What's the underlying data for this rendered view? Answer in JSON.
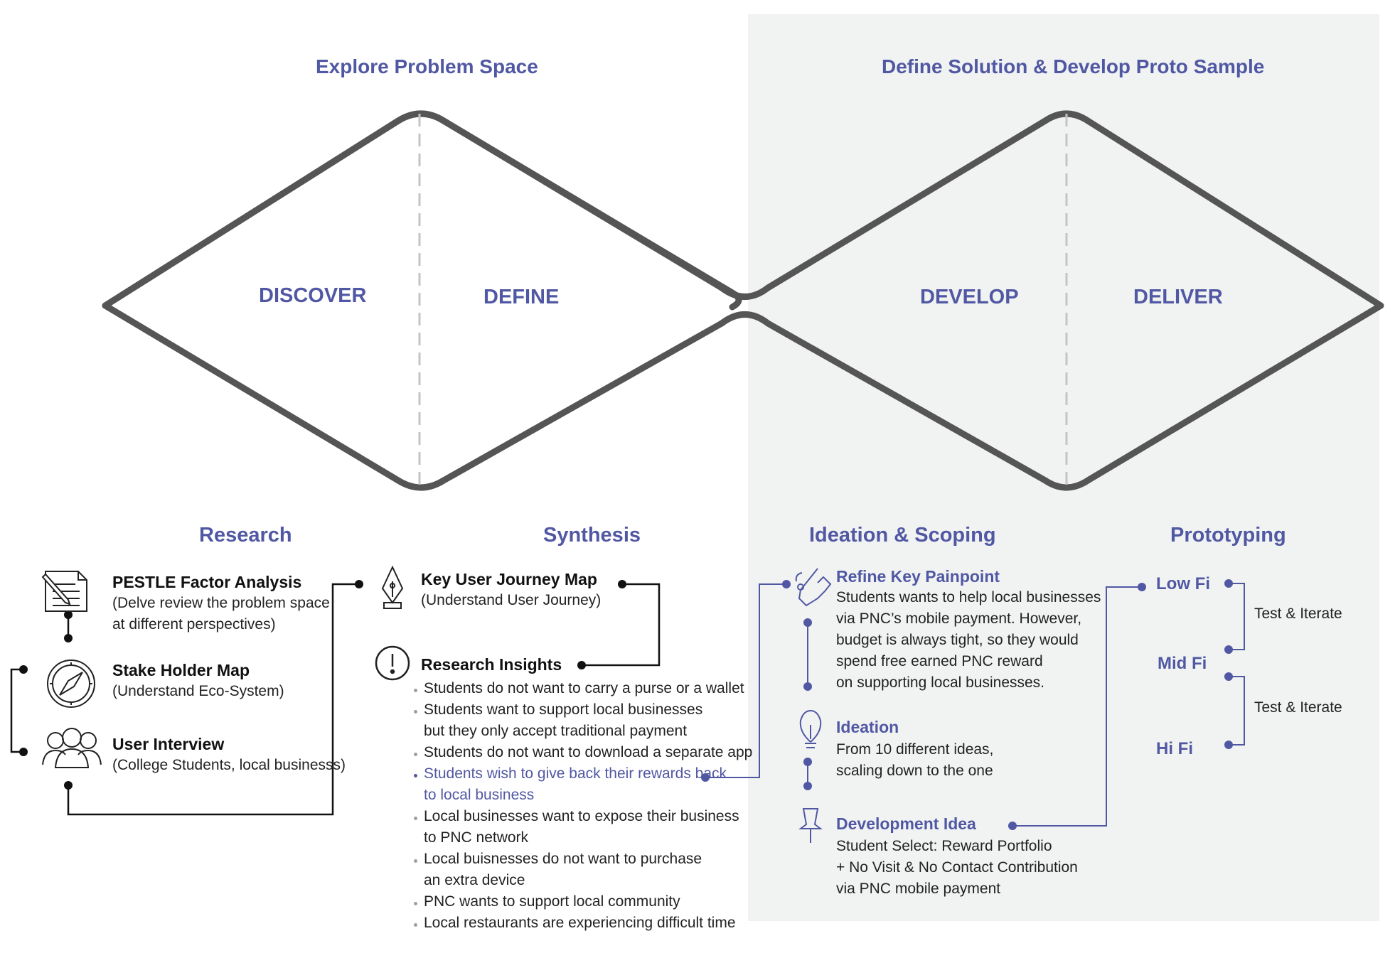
{
  "headers": {
    "left": "Explore Problem Space",
    "right": "Define Solution & Develop Proto Sample"
  },
  "stages": [
    "DISCOVER",
    "DEFINE",
    "DEVELOP",
    "DELIVER"
  ],
  "sections": [
    "Research",
    "Synthesis",
    "Ideation & Scoping",
    "Prototyping"
  ],
  "research": {
    "pestle": {
      "title": "PESTLE Factor Analysis",
      "lines": [
        "(Delve review the problem space",
        "at different perspectives)"
      ],
      "icon": "document-pencil-icon"
    },
    "stakeholder": {
      "title": "Stake Holder Map",
      "lines": [
        "(Understand Eco-System)"
      ],
      "icon": "compass-icon"
    },
    "interview": {
      "title": "User Interview",
      "lines": [
        "(College Students, local businesss)"
      ],
      "icon": "users-icon"
    }
  },
  "synthesis": {
    "journey": {
      "title": "Key User Journey Map",
      "lines": [
        "(Understand User Journey)"
      ],
      "icon": "pen-nib-icon"
    },
    "insights": {
      "title": "Research Insights",
      "icon": "exclamation-circle-icon",
      "bullets": [
        {
          "lines": [
            "Students do not want to carry a purse or a wallet"
          ],
          "highlight": false
        },
        {
          "lines": [
            "Students want to support local businesses",
            "but they only accept traditional payment"
          ],
          "highlight": false
        },
        {
          "lines": [
            "Students do not want to download a separate app"
          ],
          "highlight": false
        },
        {
          "lines": [
            "Students wish to give back their rewards back",
            "to local business"
          ],
          "highlight": true
        },
        {
          "lines": [
            "Local businesses want to expose their business",
            "to PNC network"
          ],
          "highlight": false
        },
        {
          "lines": [
            "Local buisnesses do not want to purchase",
            "an extra device"
          ],
          "highlight": false
        },
        {
          "lines": [
            "PNC wants to support local community"
          ],
          "highlight": false
        },
        {
          "lines": [
            "Local restaurants are experiencing difficult time"
          ],
          "highlight": false
        }
      ]
    }
  },
  "ideation": {
    "painpoint": {
      "title": "Refine Key Painpoint",
      "icon": "hand-pointer-icon",
      "lines": [
        "Students wants to help local businesses",
        "via PNC’s mobile payment. However,",
        "budget is always tight, so they would",
        "spend free earned PNC reward",
        "on supporting local businesses."
      ]
    },
    "ideation": {
      "title": "Ideation",
      "icon": "lightbulb-icon",
      "lines": [
        "From 10 different ideas,",
        "scaling down to the one"
      ]
    },
    "devidea": {
      "title": "Development Idea",
      "icon": "pushpin-icon",
      "lines": [
        "Student Select: Reward Portfolio",
        "+ No Visit & No Contact Contribution",
        "via PNC mobile payment"
      ]
    }
  },
  "prototyping": {
    "levels": [
      "Low Fi",
      "Mid Fi",
      "Hi Fi"
    ],
    "iterate": [
      "Test & Iterate",
      "Test & Iterate"
    ]
  },
  "colors": {
    "accent": "#5158a3",
    "diamond": "#555555",
    "connector": "#111111",
    "panel": "#f1f3f2"
  }
}
